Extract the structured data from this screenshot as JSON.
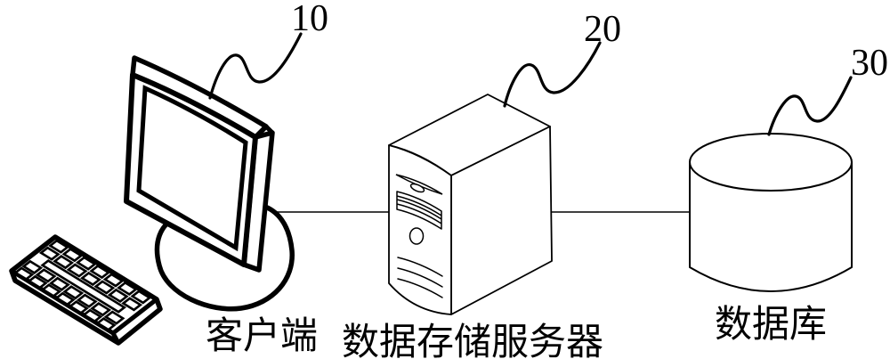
{
  "figure": {
    "background_color": "#ffffff",
    "line_color": "#000000"
  },
  "nodes": [
    {
      "id": "client",
      "ref_number": "10",
      "label": "客户端",
      "icon": "desktop-computer-icon"
    },
    {
      "id": "server",
      "ref_number": "20",
      "label": "数据存储服务器",
      "icon": "tower-server-icon"
    },
    {
      "id": "database",
      "ref_number": "30",
      "label": "数据库",
      "icon": "database-cylinder-icon"
    }
  ],
  "connections": [
    {
      "from": "client",
      "to": "server"
    },
    {
      "from": "server",
      "to": "database"
    }
  ]
}
